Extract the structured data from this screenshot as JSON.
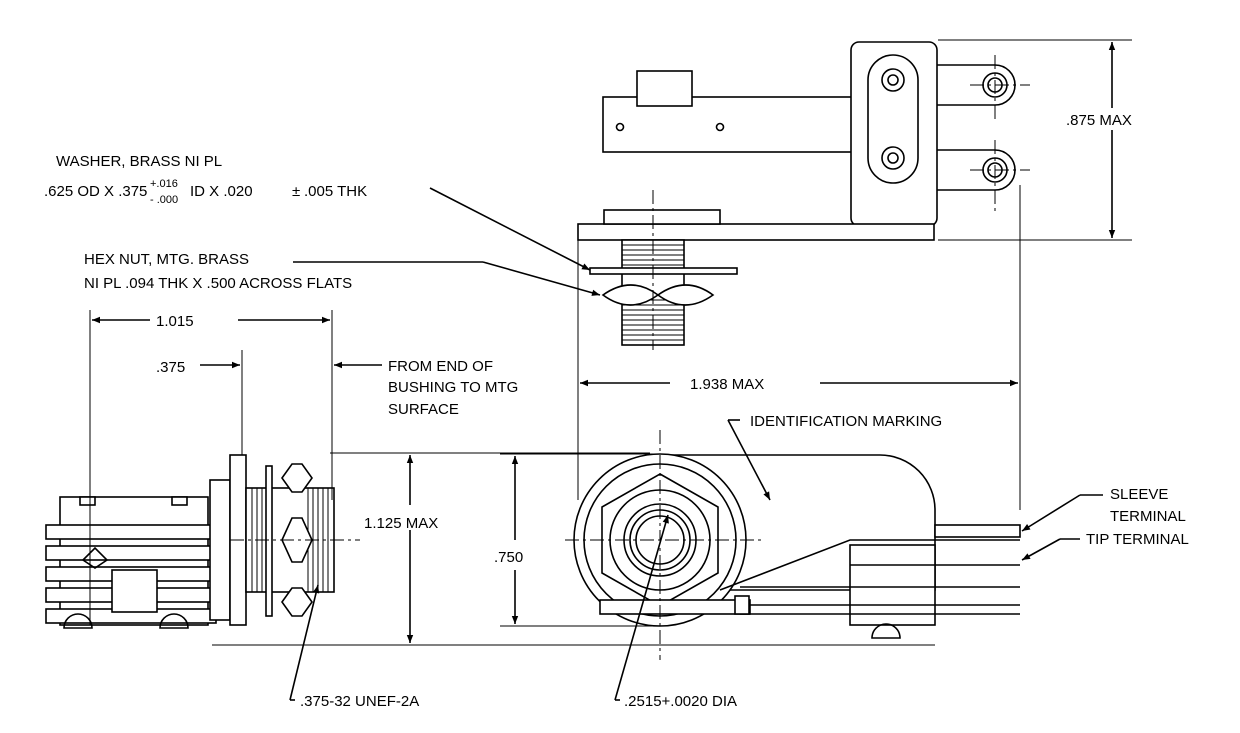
{
  "labels": {
    "washer_line1": "WASHER, BRASS NI  PL",
    "washer_od": ".625 OD X .375",
    "washer_tol_plus": "+.016",
    "washer_tol_minus": "- .000",
    "washer_rest": "ID X .020",
    "washer_pm": "±",
    "washer_thk": ".005 THK",
    "hexnut_line1": "HEX NUT, MTG. BRASS",
    "hexnut_line2": "NI  PL .094 THK X .500 ACROSS FLATS",
    "dim_1015": "1.015",
    "dim_375": ".375",
    "from_end_line1": "FROM END OF",
    "from_end_line2": "BUSHING TO MTG",
    "from_end_line3": "SURFACE",
    "dim_1938": "1.938 MAX",
    "dim_875": ".875 MAX",
    "identification": "IDENTIFICATION MARKING",
    "sleeve_line1": "SLEEVE",
    "sleeve_line2": "TERMINAL",
    "tip": "TIP TERMINAL",
    "dim_1125": "1.125 MAX",
    "dim_750": ".750",
    "thread": ".375-32 UNEF-2A",
    "bore": ".2515+.0020 DIA"
  }
}
